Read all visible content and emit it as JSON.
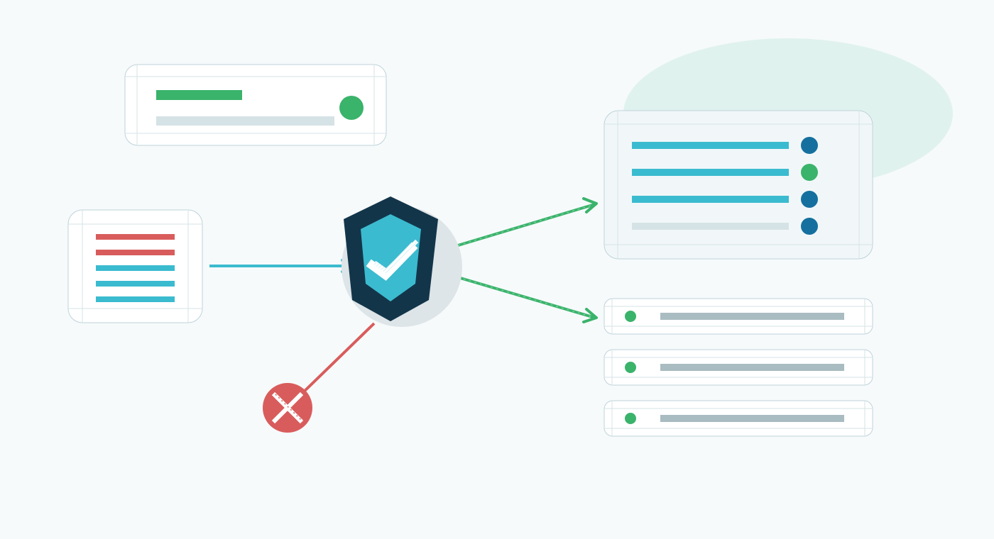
{
  "colors": {
    "background": "#f6fafb",
    "card_fill": "#ffffff",
    "card_fill_alt": "#f1f7f9",
    "card_border": "#bfd3d9",
    "card_guide": "#d5e3e7",
    "blob": "#e0f2ee",
    "green": "#3ab36b",
    "red": "#d95c5c",
    "teal": "#3bbbcf",
    "navy": "#13354a",
    "blue": "#15709f",
    "gray_bar": "#d5e2e6",
    "gray_bar_dark": "#a9bcc1",
    "hub_circle": "#dde5e8"
  },
  "icons": {
    "hub": "shield-check-icon",
    "rejected": "x-circle-icon",
    "flow_arrow": "arrow-right-icon"
  },
  "elements": {
    "status_card": {
      "label_color": "green",
      "indicator": "green"
    },
    "input_document": {
      "line_colors": [
        "red",
        "red",
        "teal",
        "teal",
        "teal"
      ]
    },
    "output_list": {
      "rows": [
        {
          "line": "teal",
          "dot": "blue"
        },
        {
          "line": "teal",
          "dot": "green"
        },
        {
          "line": "teal",
          "dot": "blue"
        },
        {
          "line": "gray",
          "dot": "blue"
        }
      ]
    },
    "result_rows": {
      "count": 3,
      "dot": "green"
    }
  }
}
